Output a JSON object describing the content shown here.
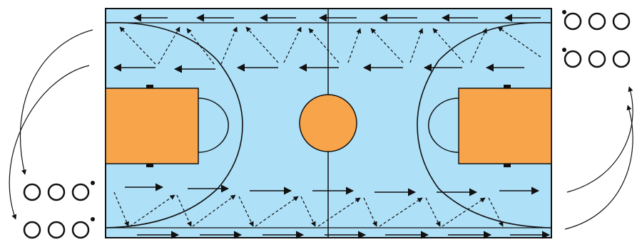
{
  "court": {
    "floor_color": "#aee0f7",
    "key_color": "#f7a44a",
    "line_color": "#111111"
  },
  "players": {
    "count_per_group": 6,
    "ball_holders_marked": true
  },
  "drills": {
    "top_lane_direction": "left",
    "bottom_lane_direction": "right"
  }
}
